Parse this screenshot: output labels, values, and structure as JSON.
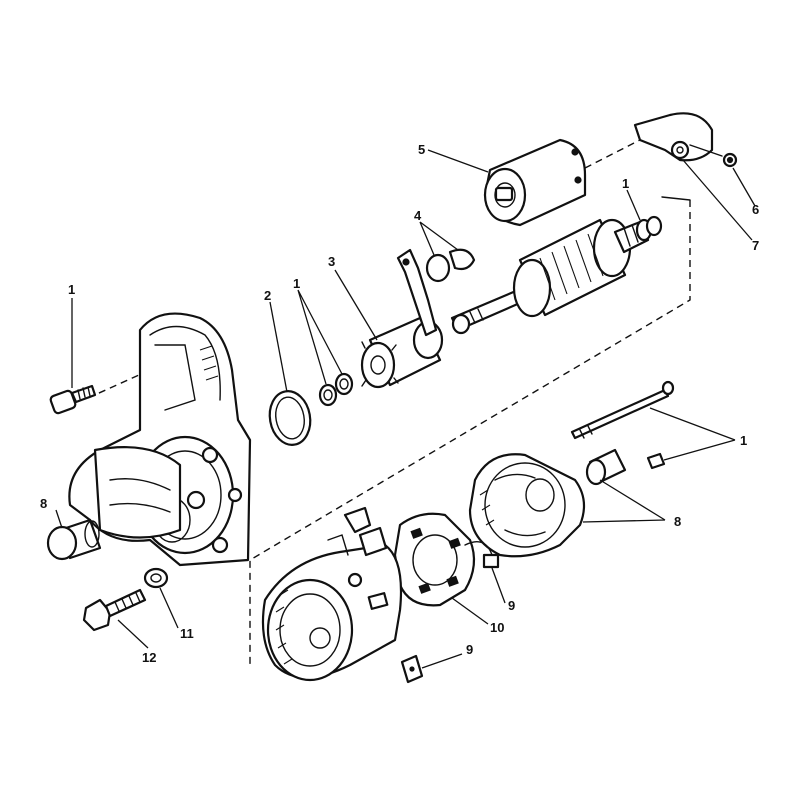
{
  "colors": {
    "ink": "#111111",
    "paper": "#ffffff"
  },
  "callouts": [
    {
      "key": "c1a",
      "label": "1"
    },
    {
      "key": "c1b",
      "label": "1"
    },
    {
      "key": "c1c",
      "label": "1"
    },
    {
      "key": "c1d",
      "label": "1"
    },
    {
      "key": "c2",
      "label": "2"
    },
    {
      "key": "c3",
      "label": "3"
    },
    {
      "key": "c4",
      "label": "4"
    },
    {
      "key": "c5",
      "label": "5"
    },
    {
      "key": "c6",
      "label": "6"
    },
    {
      "key": "c7",
      "label": "7"
    },
    {
      "key": "c8a",
      "label": "8"
    },
    {
      "key": "c8b",
      "label": "8"
    },
    {
      "key": "c9a",
      "label": "9"
    },
    {
      "key": "c9b",
      "label": "9"
    },
    {
      "key": "c10",
      "label": "10"
    },
    {
      "key": "c11",
      "label": "11"
    },
    {
      "key": "c12",
      "label": "12"
    }
  ]
}
